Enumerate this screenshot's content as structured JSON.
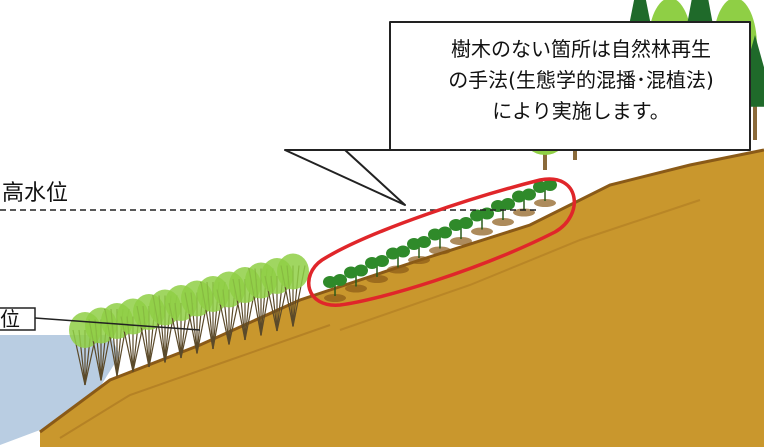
{
  "callout": {
    "lines": [
      "樹木のない箇所は自然林再生",
      "の手法(生態学的混播･混植法)",
      "により実施します。"
    ]
  },
  "labels": {
    "high_water": "高水位",
    "low_water": "位"
  },
  "colors": {
    "soil": "#c9972d",
    "soil_dark": "#8a5a17",
    "water": "#b9cde2",
    "highlight": "#e0262a",
    "tree_green": "#2f8a2a",
    "leaf_light": "#8fcf45"
  },
  "icons": [
    "tree-icon",
    "seedling-icon"
  ]
}
